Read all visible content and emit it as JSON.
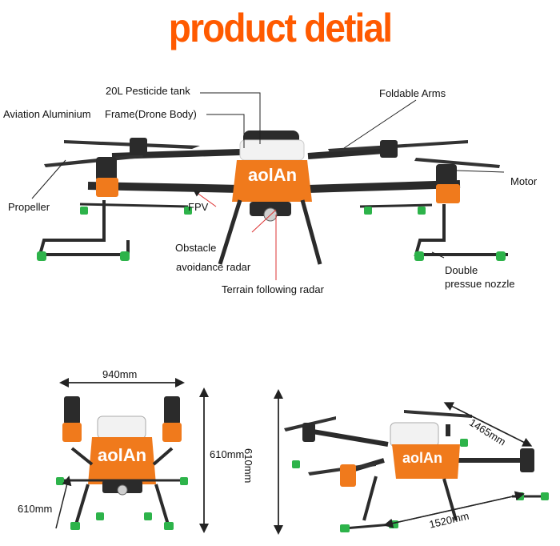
{
  "title": "product detial",
  "colors": {
    "title": "#ff5a00",
    "brand": "#f07a1c",
    "body_white": "#f2f2f2",
    "arm": "#2b2b2b",
    "nozzle": "#2db34a"
  },
  "brand_logo": "aolAn",
  "labels": {
    "pesticide_tank": "20L Pesticide tank",
    "aviation_aluminium": "Aviation Aluminium",
    "frame": "Frame(Drone Body)",
    "foldable_arms": "Foldable Arms",
    "motor": "Motor",
    "propeller": "Propeller",
    "fpv": "FPV",
    "obstacle_1": "Obstacle",
    "obstacle_2": "avoidance radar",
    "terrain_radar": "Terrain following radar",
    "nozzle_1": "Double",
    "nozzle_2": "pressue nozzle"
  },
  "dimensions": {
    "front_width": "940mm",
    "front_height": "610mm",
    "front_depth": "610mm",
    "iso_height": "610mm",
    "iso_diagonal": "1465mm",
    "iso_length": "1520mm"
  }
}
